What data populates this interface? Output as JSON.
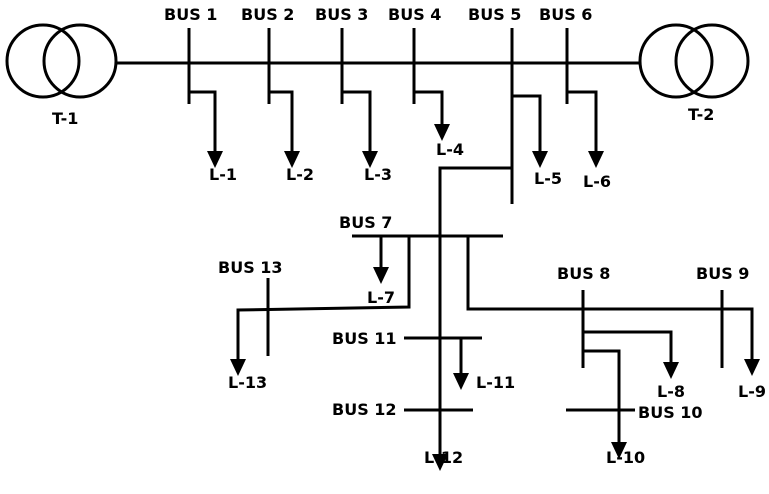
{
  "transformers": {
    "t1": "T-1",
    "t2": "T-2"
  },
  "buses": {
    "bus1": "BUS 1",
    "bus2": "BUS 2",
    "bus3": "BUS 3",
    "bus4": "BUS 4",
    "bus5": "BUS 5",
    "bus6": "BUS 6",
    "bus7": "BUS 7",
    "bus8": "BUS 8",
    "bus9": "BUS 9",
    "bus10": "BUS 10",
    "bus11": "BUS 11",
    "bus12": "BUS 12",
    "bus13": "BUS 13"
  },
  "loads": {
    "l1": "L-1",
    "l2": "L-2",
    "l3": "L-3",
    "l4": "L-4",
    "l5": "L-5",
    "l6": "L-6",
    "l7": "L-7",
    "l8": "L-8",
    "l9": "L-9",
    "l10": "L-10",
    "l11": "L-11",
    "l12": "L-12",
    "l13": "L-13"
  }
}
